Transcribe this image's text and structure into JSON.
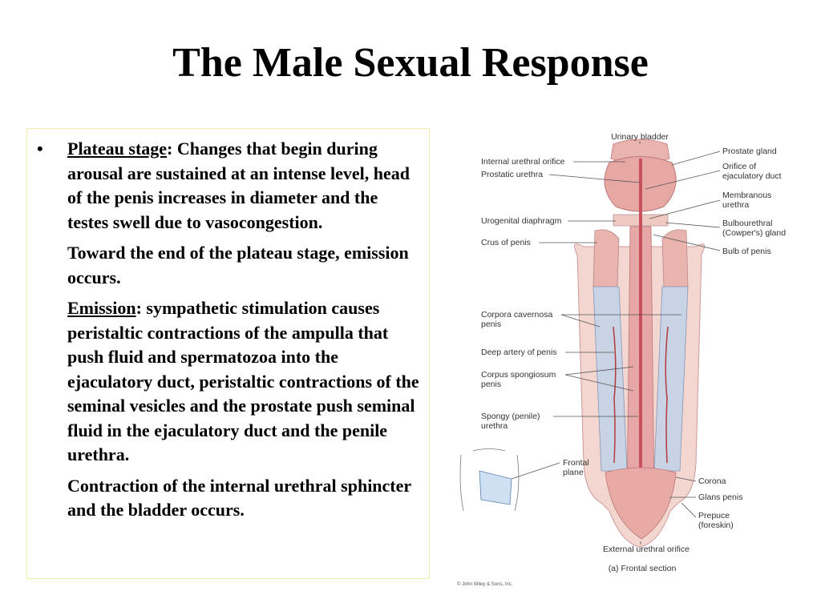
{
  "slide": {
    "title": "The Male Sexual Response"
  },
  "content": {
    "bullet": "•",
    "plateau_term": "Plateau stage",
    "plateau_sep": ":  ",
    "plateau_text": "Changes that begin during arousal are sustained at an intense level, head of the penis increases in diameter and the testes swell due to vasocongestion.",
    "emission_toward": "Toward the end of the plateau stage, emission occurs.",
    "emission_term": "Emission",
    "emission_sep": ":  ",
    "emission_text": "sympathetic stimulation causes peristaltic contractions of the ampulla that push fluid and spermatozoa into the ejaculatory duct, peristaltic contractions of the seminal vesicles and the prostate push seminal fluid in the ejaculatory duct and the penile urethra.",
    "contraction": "Contraction of the internal urethral sphincter and the bladder occurs."
  },
  "figure": {
    "labels": {
      "urinary_bladder": "Urinary bladder",
      "internal_urethral_orifice": "Internal urethral orifice",
      "prostatic_urethra": "Prostatic urethra",
      "prostate_gland": "Prostate gland",
      "orifice_ejac_1": "Orifice of",
      "orifice_ejac_2": "ejaculatory duct",
      "membranous_1": "Membranous",
      "membranous_2": "urethra",
      "urogenital_diaphragm": "Urogenital diaphragm",
      "bulbourethral_1": "Bulbourethral",
      "bulbourethral_2": "(Cowper's) gland",
      "crus_of_penis": "Crus of penis",
      "bulb_of_penis": "Bulb of penis",
      "corpora_cavernosa_1": "Corpora cavernosa",
      "corpora_cavernosa_2": "penis",
      "deep_artery": "Deep artery of penis",
      "corpus_spongiosum_1": "Corpus spongiosum",
      "corpus_spongiosum_2": "penis",
      "spongy_urethra_1": "Spongy (penile)",
      "spongy_urethra_2": "urethra",
      "frontal_plane_1": "Frontal",
      "frontal_plane_2": "plane",
      "corona": "Corona",
      "glans_penis": "Glans penis",
      "prepuce_1": "Prepuce",
      "prepuce_2": "(foreskin)",
      "external_urethral_orifice": "External urethral orifice",
      "caption": "(a) Frontal section",
      "copyright": "© John Wiley & Sons, Inc."
    },
    "colors": {
      "tissue_pink": "#e9b3ae",
      "urethra_red": "#c8505a",
      "erectile_blue": "#c9d3e6",
      "skin": "#f3d6cf"
    }
  }
}
